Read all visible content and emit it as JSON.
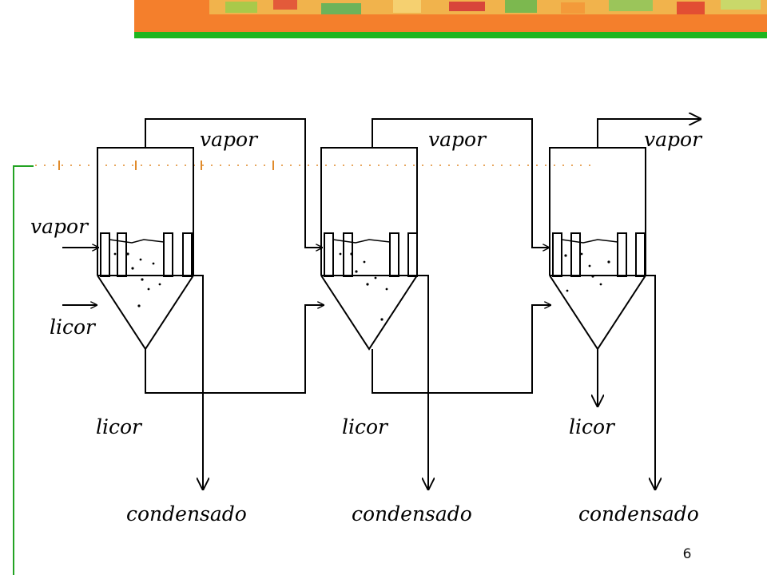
{
  "diagram": {
    "stages": [
      {
        "vapor_out": "vapor",
        "liquor_out": "licor",
        "condensate": "condensado"
      },
      {
        "vapor_out": "vapor",
        "liquor_out": "licor",
        "condensate": "condensado"
      },
      {
        "vapor_out": "vapor",
        "liquor_out": "licor",
        "condensate": "condensado"
      }
    ],
    "feed": {
      "steam": "vapor",
      "liquor": "licor"
    }
  },
  "slide": {
    "page_number": "6"
  },
  "colors": {
    "banner_orange": "#f47f2c",
    "banner_green": "#1fb51f",
    "frame_green": "#23a323"
  }
}
